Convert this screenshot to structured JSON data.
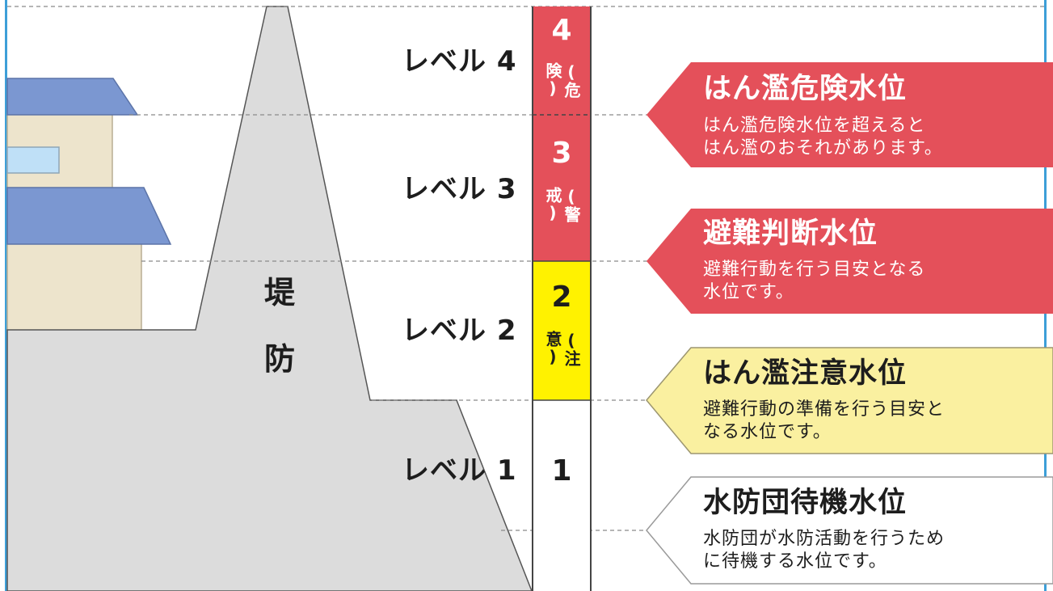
{
  "colors": {
    "danger_red": "#e4505a",
    "caution_yellow": "#fff200",
    "callout_yellow": "#faf0a0",
    "roof_blue": "#7b97d1",
    "wall_beige": "#ede4cc",
    "window_blue": "#bfe0f7",
    "embankment_gray": "#dcdcdc",
    "frame_blue": "#3d9fd8"
  },
  "embankment": {
    "char1": "堤",
    "char2": "防"
  },
  "levels": [
    {
      "label": "レベル 4",
      "number": "4",
      "note": "(危険)"
    },
    {
      "label": "レベル 3",
      "number": "3",
      "note": "(警戒)"
    },
    {
      "label": "レベル 2",
      "number": "2",
      "note": "(注意)"
    },
    {
      "label": "レベル 1",
      "number": "1",
      "note": ""
    }
  ],
  "callouts": [
    {
      "title": "はん濫危険水位",
      "description": "はん濫危険水位を超えると\nはん濫のおそれがあります。",
      "style": "red"
    },
    {
      "title": "避難判断水位",
      "description": "避難行動を行う目安となる\n水位です。",
      "style": "red"
    },
    {
      "title": "はん濫注意水位",
      "description": "避難行動の準備を行う目安と\nなる水位です。",
      "style": "yellow"
    },
    {
      "title": "水防団待機水位",
      "description": "水防団が水防活動を行うため\nに待機する水位です。",
      "style": "white"
    }
  ]
}
